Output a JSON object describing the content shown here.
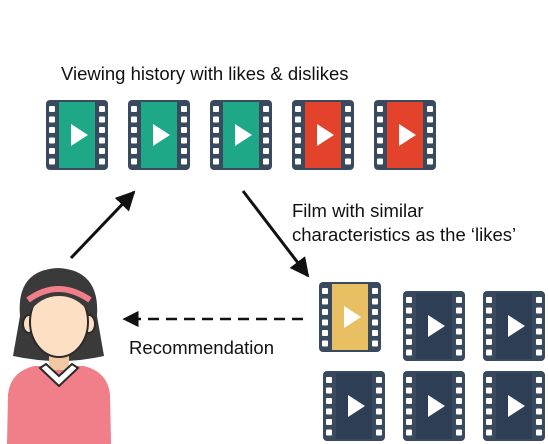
{
  "labels": {
    "history_title": "Viewing history with likes & dislikes",
    "similar_line1": "Film with similar",
    "similar_line2": "characteristics as the ‘likes’",
    "recommendation": "Recommendation"
  },
  "colors": {
    "like": "#1fa888",
    "dislike": "#e2432a",
    "recommended": "#e8c063",
    "catalog": "#2e3e55",
    "frame": "#3a4a5e",
    "arrow": "#111111",
    "skin": "#fde0c4",
    "hair": "#3a3a3a",
    "shirt": "#f07f8a"
  },
  "history": [
    {
      "name": "film-liked-1",
      "kind": "like"
    },
    {
      "name": "film-liked-2",
      "kind": "like"
    },
    {
      "name": "film-liked-3",
      "kind": "like"
    },
    {
      "name": "film-disliked-1",
      "kind": "dislike"
    },
    {
      "name": "film-disliked-2",
      "kind": "dislike"
    }
  ],
  "catalog": [
    {
      "name": "film-recommended",
      "kind": "recommended"
    },
    {
      "name": "film-catalog-1",
      "kind": "catalog"
    },
    {
      "name": "film-catalog-2",
      "kind": "catalog"
    },
    {
      "name": "film-catalog-3",
      "kind": "catalog"
    },
    {
      "name": "film-catalog-4",
      "kind": "catalog"
    },
    {
      "name": "film-catalog-5",
      "kind": "catalog"
    }
  ],
  "icons": {
    "user": "user-avatar-icon",
    "film": "film-strip-icon"
  }
}
